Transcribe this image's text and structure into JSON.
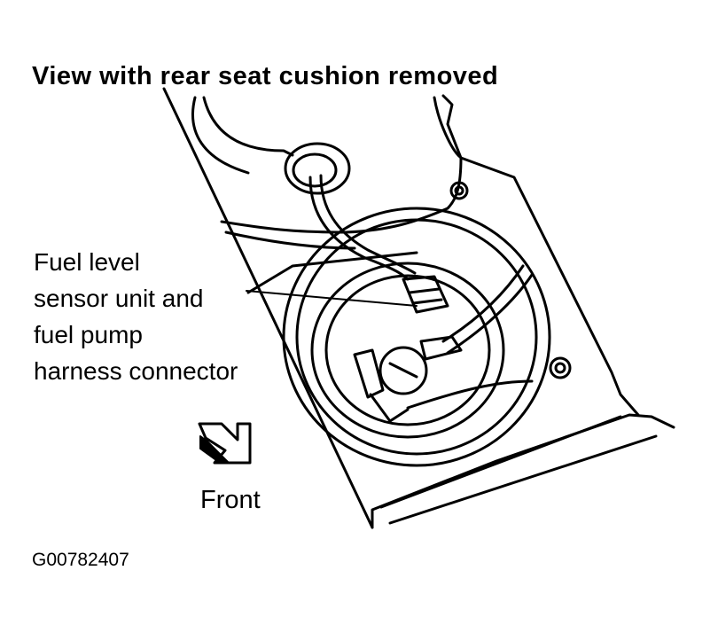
{
  "diagram": {
    "title": "View with rear seat cushion removed",
    "callout_lines": [
      "Fuel level",
      "sensor unit and",
      "fuel pump",
      "harness connector"
    ],
    "direction_label": "Front",
    "figure_id": "G00782407"
  }
}
